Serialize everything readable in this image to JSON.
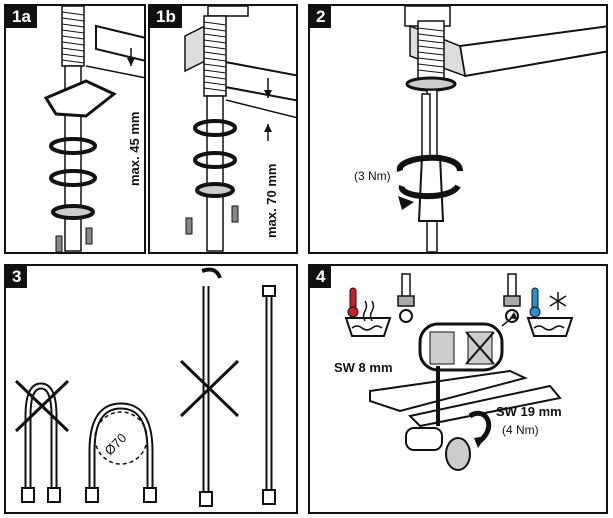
{
  "steps": {
    "s1a": "1a",
    "s1b": "1b",
    "s2": "2",
    "s3": "3",
    "s4": "4"
  },
  "labels": {
    "max45": "max. 45 mm",
    "max70": "max. 70 mm",
    "torque3": "(3 Nm)",
    "dia70": "Ø70",
    "sw8": "SW 8 mm",
    "sw19": "SW 19 mm",
    "torque4": "(4 Nm)"
  },
  "colors": {
    "hot": "#c8202a",
    "cold": "#2a8fd0",
    "line": "#111111",
    "hose_fill": "#d9d9d9"
  },
  "icons": [
    "hot-water-icon",
    "cold-water-icon",
    "snowflake-icon",
    "wrench-icon",
    "rotate-arrow-icon",
    "cross-out-icon"
  ]
}
